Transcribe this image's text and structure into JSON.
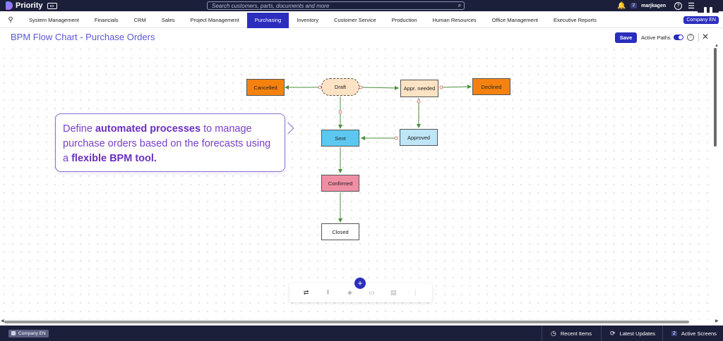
{
  "topbar": {
    "brand": "Priority",
    "search_placeholder": "Search customers, parts, documents and more",
    "notif_count": "2",
    "username": "marjkagen",
    "help": "?"
  },
  "nav": {
    "items": [
      "System Management",
      "Financials",
      "CRM",
      "Sales",
      "Project Management",
      "Purchasing",
      "Inventory",
      "Customer Service",
      "Production",
      "Human Resources",
      "Office Management",
      "Executive Reports"
    ],
    "active": "Purchasing",
    "company_button": "Company EN"
  },
  "page": {
    "title": "BPM Flow Chart - Purchase Orders",
    "save_label": "Save",
    "active_paths_label": "Active Paths"
  },
  "flow": {
    "nodes": {
      "draft": "Draft",
      "cancelled": "Cancelled",
      "appr_needed": "Appr. needed",
      "declined": "Declined",
      "sent": "Sent",
      "approved": "Approved",
      "confirmed": "Confirmed",
      "closed": "Closed"
    },
    "colors": {
      "orange": "#f5820f",
      "draft": "#fde3c4",
      "appr_needed": "#fde3c4",
      "sent": "#5cc8f2",
      "approved": "#bfe6f7",
      "confirmed": "#f08fa4",
      "closed": "#ffffff",
      "edge": "#4a8f3a"
    }
  },
  "callout": {
    "part1": "Define ",
    "bold1": "automated processes",
    "part2": " to manage purchase orders based on the forecasts using a ",
    "bold2": "flexible BPM tool."
  },
  "toolbar": {
    "add": "+",
    "icons": [
      "connector-icon",
      "columns-icon",
      "fill-icon",
      "folder-icon",
      "document-icon",
      "more-icon"
    ]
  },
  "statusbar": {
    "company": "Company EN",
    "recent": "Recent Items",
    "updates": "Latest Updates",
    "screens": "Active Screens",
    "screens_count": "2"
  }
}
